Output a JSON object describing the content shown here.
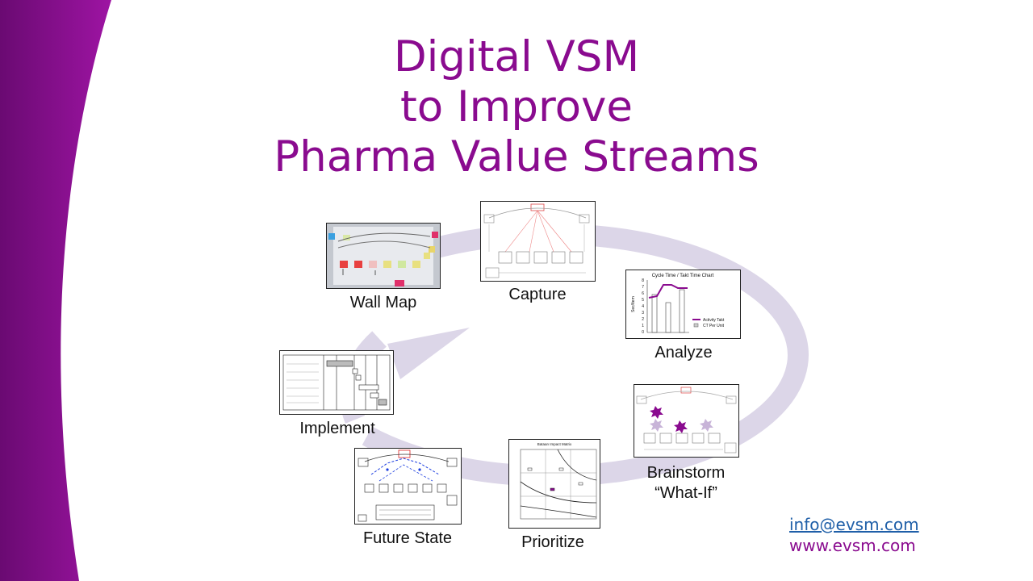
{
  "title": {
    "line1": "Digital VSM",
    "line2": "to Improve",
    "line3": "Pharma Value Streams"
  },
  "steps": {
    "wall_map": "Wall Map",
    "capture": "Capture",
    "analyze": "Analyze",
    "brainstorm_line1": "Brainstorm",
    "brainstorm_line2": "“What-If”",
    "prioritize": "Prioritize",
    "future_state": "Future State",
    "implement": "Implement"
  },
  "analyze_chart": {
    "title": "Cycle Time / Takt Time Chart",
    "ylabel": "Sec/Item",
    "y_ticks": [
      "8",
      "7",
      "6",
      "5",
      "4",
      "3",
      "2",
      "1",
      "0"
    ],
    "legend": [
      "Activity Takt",
      "CT Per Unit"
    ]
  },
  "prioritize_chart": {
    "title": "Bataan Impact Matrix"
  },
  "contact": {
    "email": "info@evsm.com",
    "website": "www.evsm.com"
  },
  "colors": {
    "accent": "#8a0b8f",
    "link": "#1f5fa8",
    "cycle_arrow": "#dcd6e8"
  }
}
